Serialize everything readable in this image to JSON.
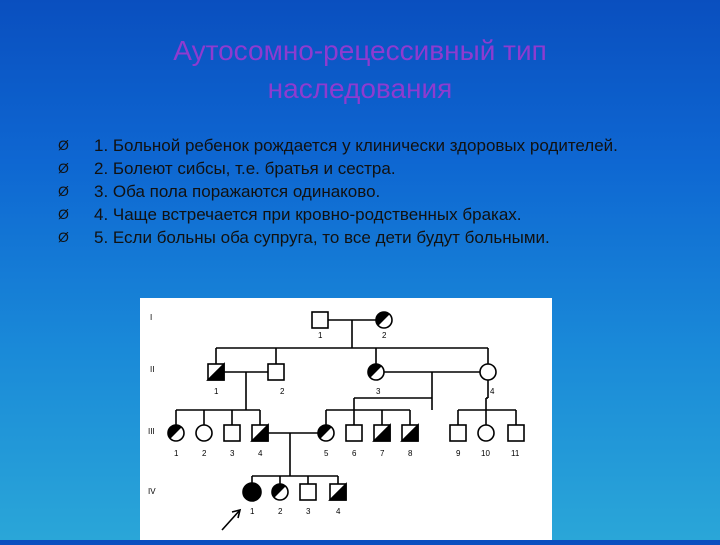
{
  "slide": {
    "title_line1": "Аутосомно-рецессивный тип",
    "title_line2": "наследования",
    "bullet_marker": "Ø",
    "bullets": [
      "1. Больной ребенок рождается у клинически здоровых родителей.",
      "2. Болеют сибсы, т.е. братья и сестра.",
      "3. Оба пола поражаются одинаково.",
      "4. Чаще встречается при кровно-родственных браках.",
      "5. Если больны оба супруга, то все дети  будут больными."
    ]
  },
  "pedigree": {
    "generation_labels": [
      "I",
      "II",
      "III",
      "IV"
    ],
    "gen1_labels": [
      "1",
      "2"
    ],
    "gen2_labels": [
      "1",
      "2",
      "3",
      "4"
    ],
    "gen3_labels": [
      "1",
      "2",
      "3",
      "4",
      "5",
      "6",
      "7",
      "8",
      "9",
      "10",
      "11"
    ],
    "gen4_labels": [
      "1",
      "2",
      "3",
      "4"
    ]
  }
}
